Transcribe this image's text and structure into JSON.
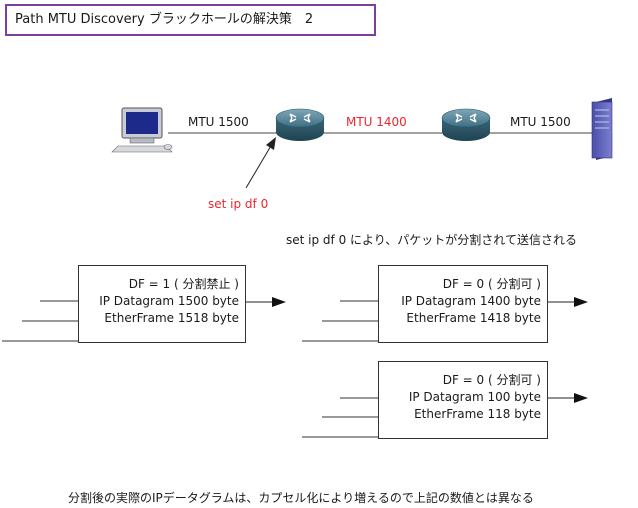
{
  "title": "Path MTU Discovery ブラックホールの解決策　2",
  "links": {
    "left_mtu": "MTU 1500",
    "middle_mtu": "MTU 1400",
    "right_mtu": "MTU 1500"
  },
  "command_label": "set ip df 0",
  "fragment_note": "set ip df 0 により、パケットが分割されて送信される",
  "packets": [
    {
      "df": "DF = 1 ( 分割禁止 )",
      "datagram": "IP Datagram 1500 byte",
      "frame": "EtherFrame 1518 byte"
    },
    {
      "df": "DF = 0 ( 分割可 )",
      "datagram": "IP Datagram 1400 byte",
      "frame": "EtherFrame 1418 byte"
    },
    {
      "df": "DF = 0 ( 分割可 )",
      "datagram": "IP Datagram 100 byte",
      "frame": "EtherFrame 118 byte"
    }
  ],
  "bottom_note": "分割後の実際のIPデータグラムは、カプセル化により増えるので上記の数値とは異なる",
  "colors": {
    "accent": "#e8282e",
    "title_border": "#7a3fa5",
    "router": "#3e6f82"
  }
}
